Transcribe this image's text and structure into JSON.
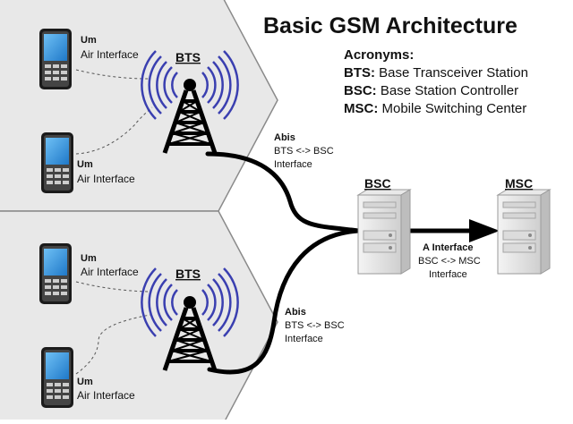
{
  "title": "Basic GSM Architecture",
  "acronyms": {
    "heading": "Acronyms:",
    "items": [
      {
        "key": "BTS:",
        "text": "Base Transceiver Station"
      },
      {
        "key": "BSC:",
        "text": "Base Station Controller"
      },
      {
        "key": "MSC:",
        "text": "Mobile Switching Center"
      }
    ]
  },
  "cells": [
    {
      "bts_label": "BTS",
      "phones": [
        {
          "line1": "Um",
          "line2": "Air Interface"
        },
        {
          "line1": "Um",
          "line2": "Air Interface"
        }
      ],
      "abis": {
        "title": "Abis",
        "line2": "BTS <-> BSC",
        "line3": "Interface"
      }
    },
    {
      "bts_label": "BTS",
      "phones": [
        {
          "line1": "Um",
          "line2": "Air Interface"
        },
        {
          "line1": "Um",
          "line2": "Air Interface"
        }
      ],
      "abis": {
        "title": "Abis",
        "line2": "BTS <-> BSC",
        "line3": "Interface"
      }
    }
  ],
  "bsc_label": "BSC",
  "msc_label": "MSC",
  "a_interface": {
    "title": "A Interface",
    "line2": "BSC <-> MSC",
    "line3": "Interface"
  },
  "colors": {
    "cell_fill": "#e8e8e8",
    "cell_stroke": "#8a8a8a",
    "radio_waves": "#3a3fb0",
    "phone_screen": "#2b8fd8",
    "link": "#000000"
  },
  "icons": {
    "phone": "mobile-phone-icon",
    "tower": "antenna-tower-icon",
    "server": "server-icon"
  }
}
